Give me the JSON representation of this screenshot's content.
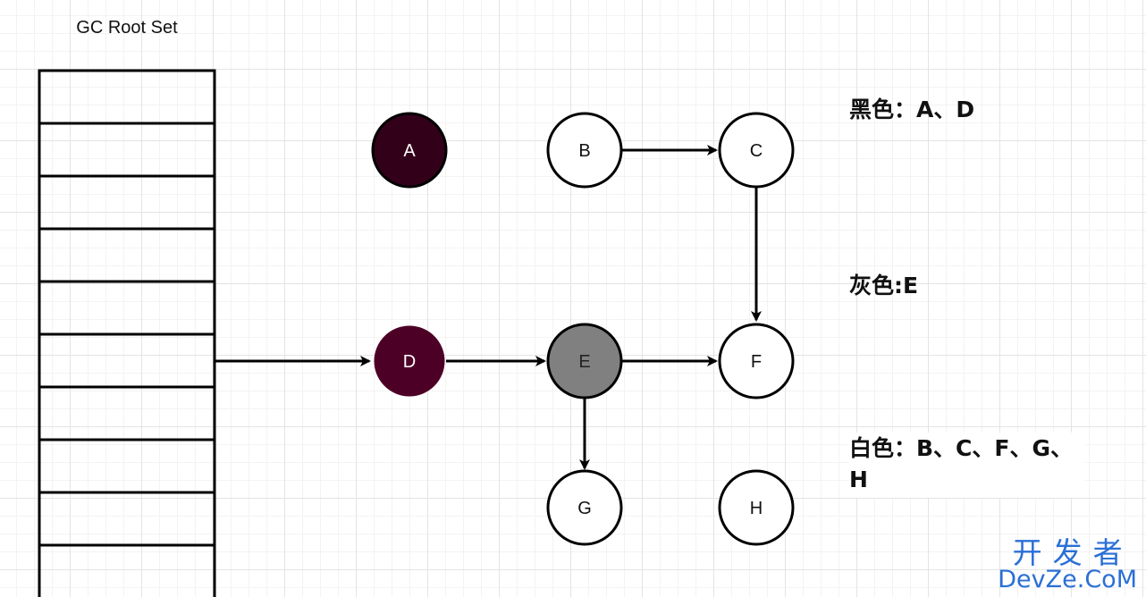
{
  "root_set": {
    "title": "GC Root Set",
    "slot_count": 10
  },
  "nodes": [
    {
      "id": "A",
      "label": "A",
      "color": "black"
    },
    {
      "id": "B",
      "label": "B",
      "color": "white"
    },
    {
      "id": "C",
      "label": "C",
      "color": "white"
    },
    {
      "id": "D",
      "label": "D",
      "color": "black"
    },
    {
      "id": "E",
      "label": "E",
      "color": "gray"
    },
    {
      "id": "F",
      "label": "F",
      "color": "white"
    },
    {
      "id": "G",
      "label": "G",
      "color": "white"
    },
    {
      "id": "H",
      "label": "H",
      "color": "white"
    }
  ],
  "edges": [
    {
      "from": "root",
      "to": "D"
    },
    {
      "from": "D",
      "to": "E"
    },
    {
      "from": "E",
      "to": "F"
    },
    {
      "from": "E",
      "to": "G"
    },
    {
      "from": "B",
      "to": "C"
    },
    {
      "from": "C",
      "to": "F"
    }
  ],
  "legend": {
    "black": "黑色：A、D",
    "gray": "灰色:E",
    "white": "白色：B、C、F、G、H"
  },
  "watermark": {
    "cn": "开发者",
    "en": "DevZe.CoM"
  },
  "colors": {
    "black_node_a": "#33001a",
    "black_node_d": "#4d0026",
    "gray_node": "#808080",
    "white_node": "#ffffff",
    "stroke": "#000000",
    "watermark": "#2a6fd6"
  }
}
